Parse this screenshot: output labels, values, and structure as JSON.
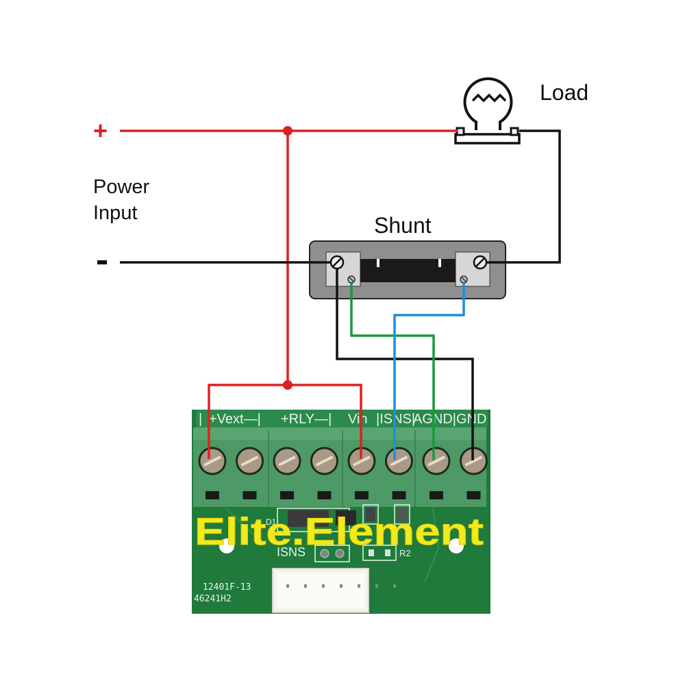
{
  "diagram": {
    "labels": {
      "plus_symbol": "+",
      "minus_symbol": "-",
      "power_input_line1": "Power",
      "power_input_line2": "Input",
      "load": "Load",
      "shunt": "Shunt"
    },
    "board": {
      "terminal_labels": [
        "|",
        "+Vext—|",
        "+RLY—|",
        "Vin",
        "|ISNS|",
        "AGND|",
        "GND"
      ],
      "terminal_count": 8,
      "silkscreen": {
        "d1": "D1",
        "isns": "ISNS",
        "r2": "R2",
        "part_number_1": "12401F-13",
        "part_number_2": "46241H2"
      },
      "brand": "Elite.Element",
      "connector_pins": 7
    },
    "wire_colors": {
      "positive": "#e02020",
      "negative": "#111111",
      "sense_high": "#1a8fe0",
      "sense_low": "#169a3a"
    },
    "components": {
      "board_color": "#1f7a3c",
      "terminal_color": "#4d9a66",
      "shunt_body": "#8f8f8f",
      "shunt_bar": "#1a1a1a"
    }
  }
}
